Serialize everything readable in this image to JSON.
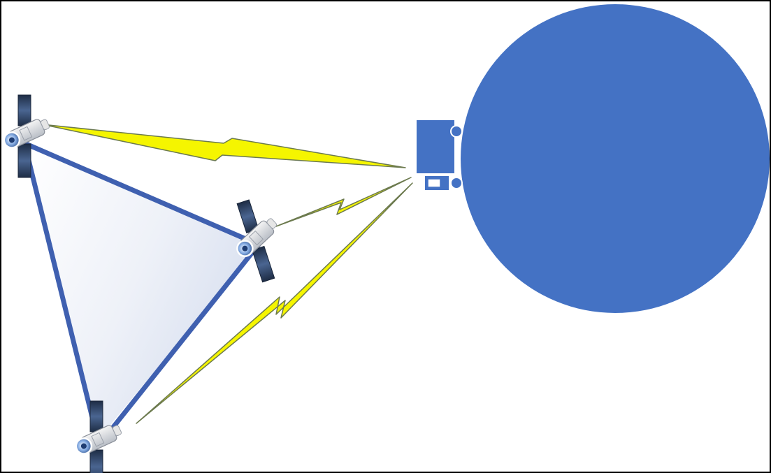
{
  "diagram": {
    "nodes": [
      {
        "id": "satellite-a",
        "kind": "satellite"
      },
      {
        "id": "satellite-b",
        "kind": "satellite"
      },
      {
        "id": "satellite-c",
        "kind": "satellite"
      },
      {
        "id": "ground-receiver",
        "kind": "receiver"
      },
      {
        "id": "earth",
        "kind": "planet"
      }
    ],
    "links": [
      {
        "from": "satellite-a",
        "to": "satellite-b",
        "type": "crosslink"
      },
      {
        "from": "satellite-b",
        "to": "satellite-c",
        "type": "crosslink"
      },
      {
        "from": "satellite-c",
        "to": "satellite-a",
        "type": "crosslink"
      },
      {
        "from": "satellite-a",
        "to": "ground-receiver",
        "type": "signal"
      },
      {
        "from": "satellite-b",
        "to": "ground-receiver",
        "type": "signal"
      },
      {
        "from": "satellite-c",
        "to": "ground-receiver",
        "type": "signal"
      }
    ]
  },
  "colors": {
    "earth": "#4472C4",
    "crosslink": "#3F60B0",
    "signal_fill": "#F5F500",
    "signal_edge": "#6C7A4E",
    "panel_dark": "#2A3D5C",
    "panel_light": "#8FA6C8",
    "border": "#000000"
  },
  "icons": {
    "satellite": "satellite-icon",
    "receiver": "receiver-icon",
    "signal": "lightning-bolt-icon"
  }
}
